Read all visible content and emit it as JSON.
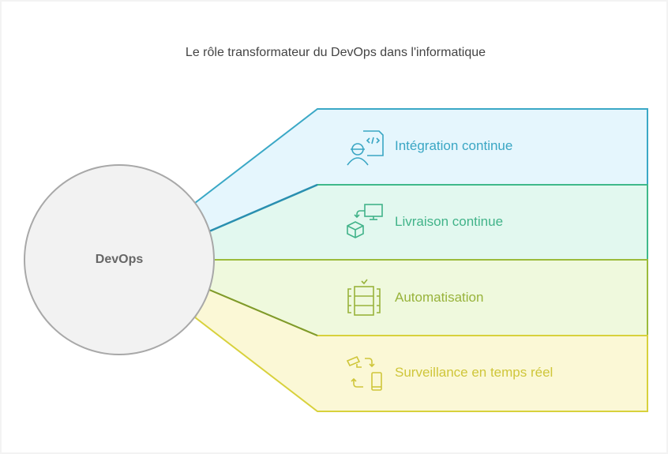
{
  "title": "Le rôle transformateur du DevOps dans l'informatique",
  "center": {
    "label": "DevOps"
  },
  "items": [
    {
      "label": "Intégration continue",
      "icon": "engineer-code-icon",
      "fill": "#e5f6fd",
      "stroke": "#3aa8c6",
      "text": "#3aa6c4"
    },
    {
      "label": "Livraison continue",
      "icon": "delivery-box-monitor-icon",
      "fill": "#e2f8ef",
      "stroke": "#3fb98a",
      "text": "#41b389"
    },
    {
      "label": "Automatisation",
      "icon": "server-rack-check-icon",
      "fill": "#eff9dd",
      "stroke": "#9bbb3a",
      "text": "#98b33b"
    },
    {
      "label": "Surveillance en temps réel",
      "icon": "monitoring-sync-icon",
      "fill": "#fbf8d6",
      "stroke": "#d8d13c",
      "text": "#cfc63a"
    }
  ]
}
